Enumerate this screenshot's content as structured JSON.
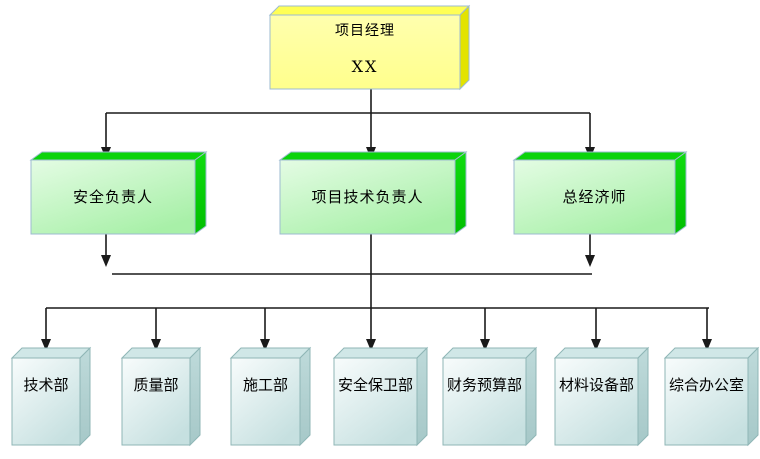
{
  "org_chart": {
    "root": {
      "title": "项目经理",
      "name": "XX"
    },
    "level2": [
      {
        "label": "安全负责人"
      },
      {
        "label": "项目技术负责人"
      },
      {
        "label": "总经济师"
      }
    ],
    "level3": [
      {
        "label": "技术部"
      },
      {
        "label": "质量部"
      },
      {
        "label": "施工部"
      },
      {
        "label": "安全保卫部"
      },
      {
        "label": "财务预算部"
      },
      {
        "label": "材料设备部"
      },
      {
        "label": "综合办公室"
      }
    ],
    "colors": {
      "root_front": "#FFFF99",
      "root_top": "#FFFF55",
      "root_side": "#E3E300",
      "level2_front": "#CCF7CC",
      "level2_3d": "#0BD30B",
      "level3_front": "#DFEFEF",
      "level3_top": "#D0E7E7",
      "level3_side": "#B2D2D2",
      "box_border_blue": "#9DBBD0",
      "box_border_teal": "#8FB6B6",
      "connector": "#1A1A1A"
    }
  }
}
